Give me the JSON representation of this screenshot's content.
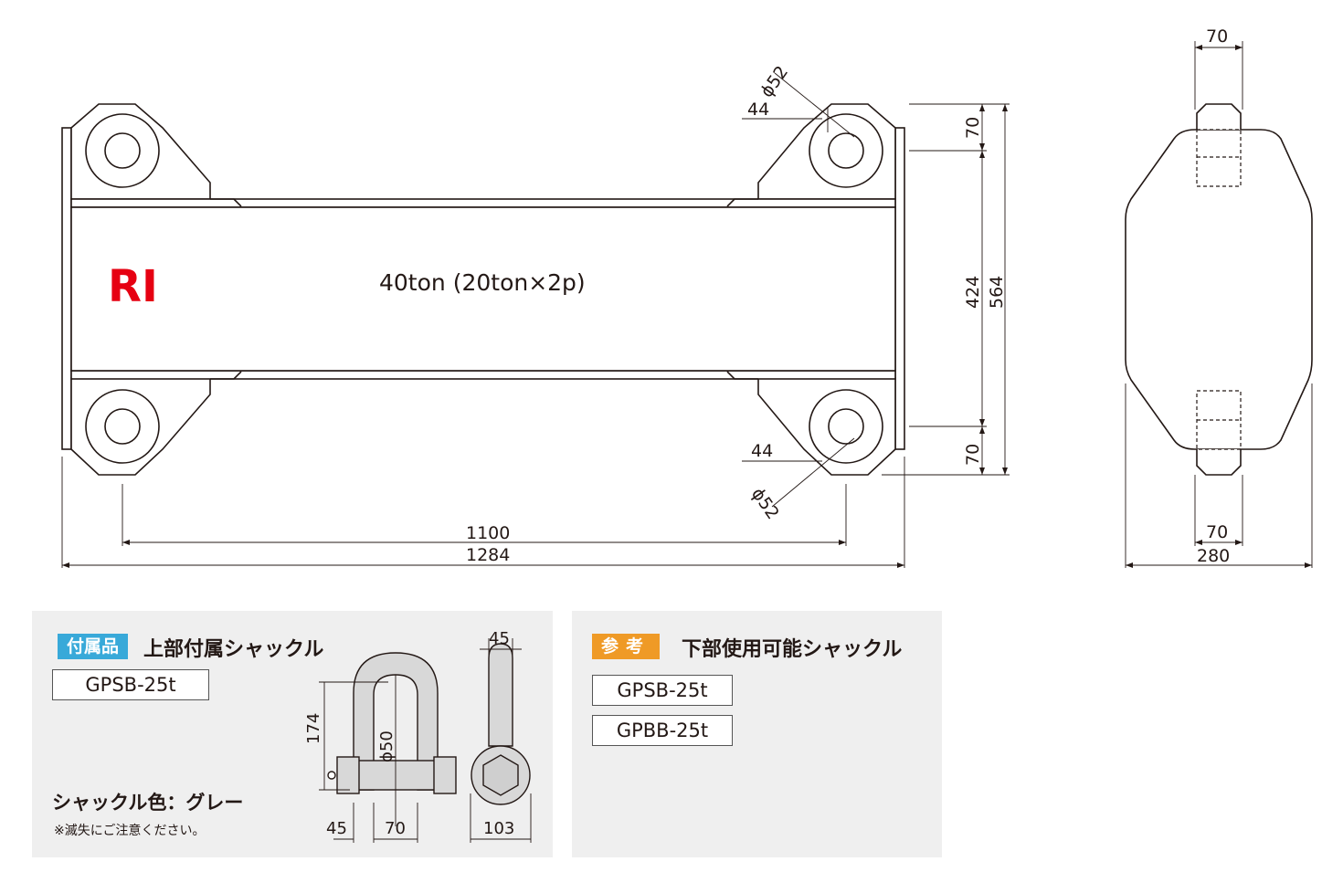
{
  "drawing": {
    "capacity_label": "40ton (20ton×2p)",
    "logo_text": "RI",
    "logo_color": "#e60012",
    "dims_front": {
      "pin_diameter_top": "ϕ52",
      "pin_offset_top": "44",
      "pin_offset_bottom": "44",
      "pin_diameter_bottom": "ϕ52",
      "eye_top": "70",
      "eye_bottom": "70",
      "inner_height": "424",
      "total_height": "564",
      "pin_span": "1100",
      "total_length": "1284"
    },
    "dims_side": {
      "top_width": "70",
      "bottom_inner": "70",
      "total_width": "280"
    }
  },
  "accessory": {
    "tag": "付属品",
    "title": "上部付属シャックル",
    "model": "GPSB-25t",
    "color_label": "シャックル色：グレー",
    "note": "※滅失にご注意ください。",
    "shackle_dims": {
      "height": "174",
      "pin_diameter": "ϕ50",
      "side_left": "45",
      "inner_width": "70",
      "thickness": "45",
      "eye_width": "103"
    }
  },
  "reference": {
    "tag": "参考",
    "title": "下部使用可能シャックル",
    "models": [
      "GPSB-25t",
      "GPBB-25t"
    ]
  }
}
